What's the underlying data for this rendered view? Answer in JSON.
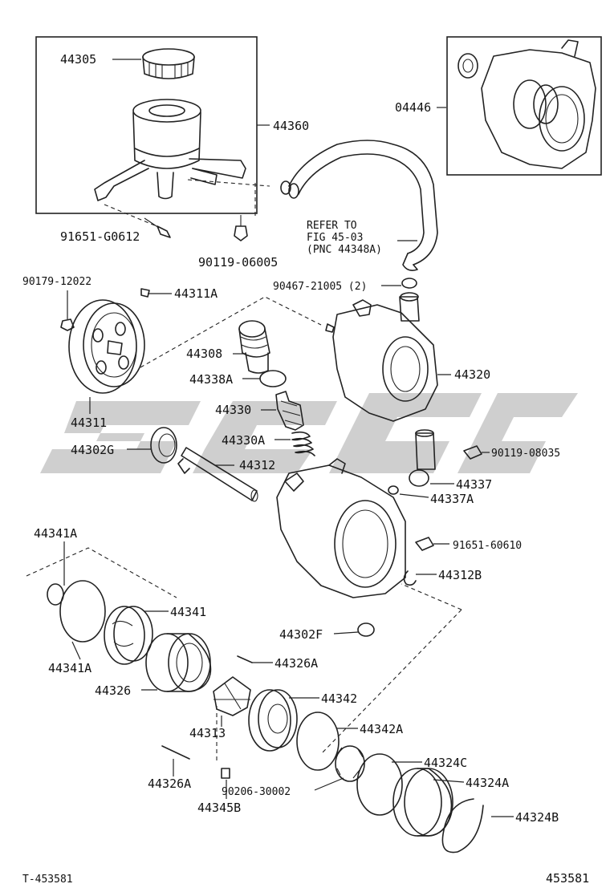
{
  "colors": {
    "ink": "#111111",
    "watermark": "#d6d6d6"
  },
  "labels": {
    "p44305": "44305",
    "p44360": "44360",
    "p04446": "04446",
    "p91651_g0612": "91651-G0612",
    "p90119_06005": "90119-06005",
    "refer1": "REFER TO",
    "refer2": "FIG 45-03",
    "refer3": "(PNC 44348A)",
    "p90467": "90467-21005 (2)",
    "p90179": "90179-12022",
    "p44311A": "44311A",
    "p44308": "44308",
    "p44338A": "44338A",
    "p44320": "44320",
    "p44311": "44311",
    "p44330": "44330",
    "p44330A": "44330A",
    "p44302G": "44302G",
    "p44312": "44312",
    "p90119_08035": "90119-08035",
    "p44337": "44337",
    "p44337A": "44337A",
    "p44341A_top": "44341A",
    "p91651_60610": "91651-60610",
    "p44312B": "44312B",
    "p44341": "44341",
    "p44302F": "44302F",
    "p44341A_bot": "44341A",
    "p44326A_top": "44326A",
    "p44326": "44326",
    "p44342": "44342",
    "p44313": "44313",
    "p44342A": "44342A",
    "p44324C": "44324C",
    "p44326A_bot": "44326A",
    "p90206": "90206-30002",
    "p44324A": "44324A",
    "p44345B": "44345B",
    "p44324B": "44324B"
  },
  "footer": {
    "left": "T-453581",
    "right": "453581"
  }
}
